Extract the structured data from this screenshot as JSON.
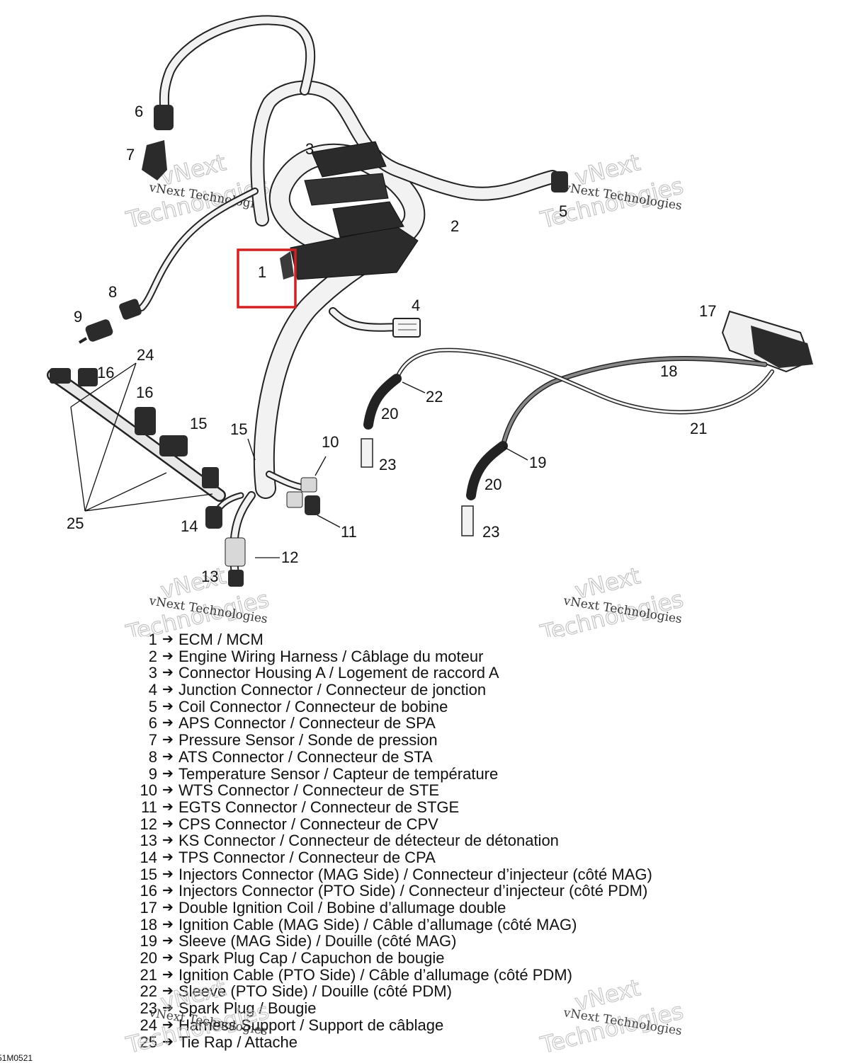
{
  "callouts": [
    "1",
    "2",
    "3",
    "4",
    "5",
    "6",
    "7",
    "8",
    "9",
    "10",
    "11",
    "12",
    "13",
    "14",
    "15",
    "15",
    "16",
    "16",
    "17",
    "18",
    "19",
    "20",
    "20",
    "21",
    "22",
    "23",
    "23",
    "24",
    "25"
  ],
  "watermark": {
    "line1": "vNext Technologies",
    "line2": "vNext",
    "line3": "Technologies"
  },
  "parts": [
    {
      "num": "1",
      "arrow": "➔",
      "text": "ECM / MCM"
    },
    {
      "num": "2",
      "arrow": "➔",
      "text": "Engine Wiring Harness / Câblage du moteur"
    },
    {
      "num": "3",
      "arrow": "➔",
      "text": "Connector Housing A / Logement de raccord A"
    },
    {
      "num": "4",
      "arrow": "➔",
      "text": "Junction Connector / Connecteur de jonction"
    },
    {
      "num": "5",
      "arrow": "➔",
      "text": "Coil Connector / Connecteur de bobine"
    },
    {
      "num": "6",
      "arrow": "➔",
      "text": "APS Connector / Connecteur de SPA"
    },
    {
      "num": "7",
      "arrow": "➔",
      "text": "Pressure Sensor / Sonde de pression"
    },
    {
      "num": "8",
      "arrow": "➔",
      "text": "ATS Connector / Connecteur de STA"
    },
    {
      "num": "9",
      "arrow": "➔",
      "text": "Temperature Sensor / Capteur de température"
    },
    {
      "num": "10",
      "arrow": "➔",
      "text": "WTS Connector / Connecteur de STE"
    },
    {
      "num": "11",
      "arrow": "➔",
      "text": "EGTS Connector / Connecteur de STGE"
    },
    {
      "num": "12",
      "arrow": "➔",
      "text": "CPS Connector / Connecteur de CPV"
    },
    {
      "num": "13",
      "arrow": "➔",
      "text": "KS Connector / Connecteur de détecteur de détonation"
    },
    {
      "num": "14",
      "arrow": "➔",
      "text": "TPS Connector / Connecteur de CPA"
    },
    {
      "num": "15",
      "arrow": "➔",
      "text": "Injectors Connector (MAG Side) / Connecteur d’injecteur (côté MAG)"
    },
    {
      "num": "16",
      "arrow": "➔",
      "text": "Injectors Connector (PTO Side) / Connecteur d’injecteur (côté PDM)"
    },
    {
      "num": "17",
      "arrow": "➔",
      "text": "Double Ignition Coil / Bobine d’allumage double"
    },
    {
      "num": "18",
      "arrow": "➔",
      "text": "Ignition Cable (MAG Side) / Câble d’allumage (côté MAG)"
    },
    {
      "num": "19",
      "arrow": "➔",
      "text": "Sleeve (MAG Side) / Douille (côté MAG)"
    },
    {
      "num": "20",
      "arrow": "➔",
      "text": "Spark Plug Cap / Capuchon de bougie"
    },
    {
      "num": "21",
      "arrow": "➔",
      "text": "Ignition Cable (PTO Side) / Câble d’allumage (côté PDM)"
    },
    {
      "num": "22",
      "arrow": "➔",
      "text": "Sleeve (PTO Side) / Douille (côté PDM)"
    },
    {
      "num": "23",
      "arrow": "➔",
      "text": "Spark Plug / Bougie"
    },
    {
      "num": "24",
      "arrow": "➔",
      "text": "Harness Support / Support de câblage"
    },
    {
      "num": "25",
      "arrow": "➔",
      "text": "Tie Rap / Attache"
    }
  ],
  "figure_code": "51M0521",
  "colors": {
    "highlight": "#d32020",
    "harness": "#f2f2f2",
    "outline": "#222222",
    "dark": "#2b2b2b"
  }
}
